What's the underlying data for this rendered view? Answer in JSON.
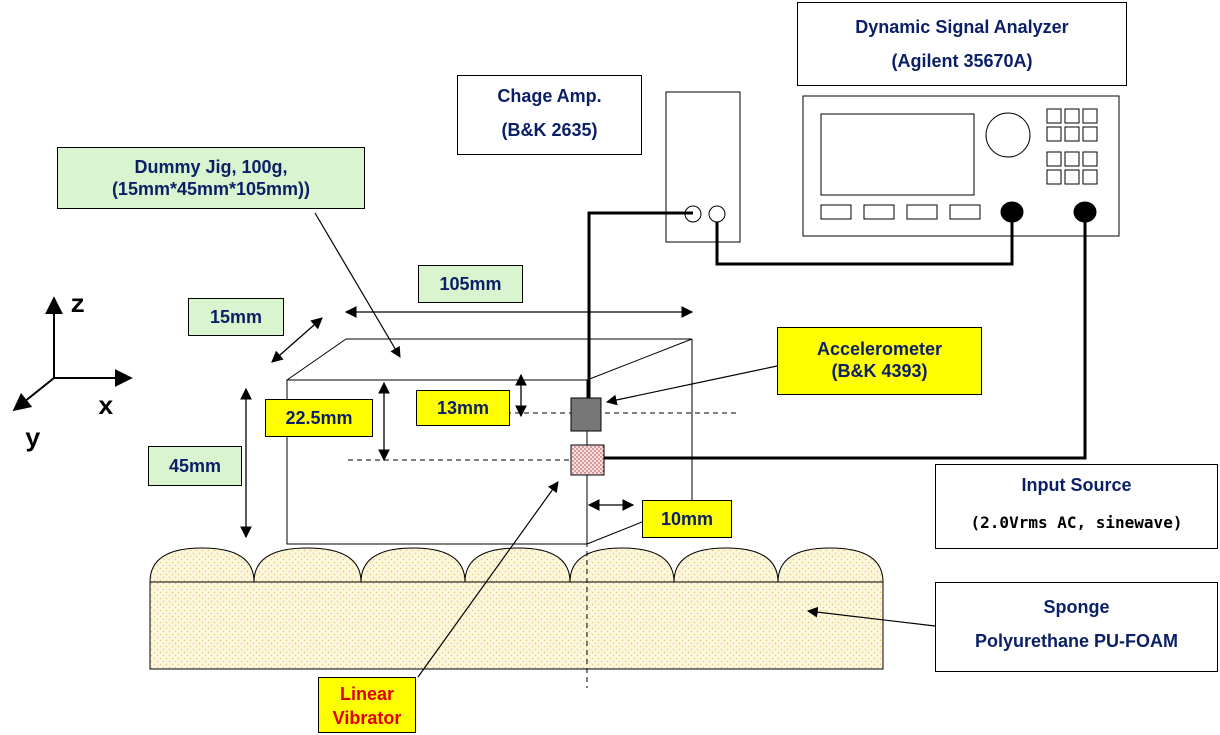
{
  "labels": {
    "analyzer_line1": "Dynamic Signal Analyzer",
    "analyzer_line2": "(Agilent 35670A)",
    "amp_line1": "Chage Amp.",
    "amp_line2": "(B&K 2635)",
    "jig_line1": "Dummy Jig, 100g,",
    "jig_line2": "(15mm*45mm*105mm))",
    "accel_line1": "Accelerometer",
    "accel_line2": "(B&K 4393)",
    "input_line1": "Input Source",
    "input_line2": "(2.0Vrms AC, sinewave)",
    "sponge_line1": "Sponge",
    "sponge_line2": "Polyurethane PU-FOAM",
    "vibrator_line1": "Linear",
    "vibrator_line2": "Vibrator"
  },
  "dimensions": {
    "length": "105mm",
    "depth": "15mm",
    "height": "45mm",
    "half_height": "22.5mm",
    "accel_offset": "13mm",
    "edge_offset": "10mm"
  },
  "axes": {
    "z": "z",
    "x": "x",
    "y": "y"
  },
  "colors": {
    "green_box": "#d8f5d0",
    "yellow_box": "#ffff00",
    "navy_text": "#0b1f66",
    "red_text": "#e00000",
    "sponge": "#fbf6dc"
  }
}
